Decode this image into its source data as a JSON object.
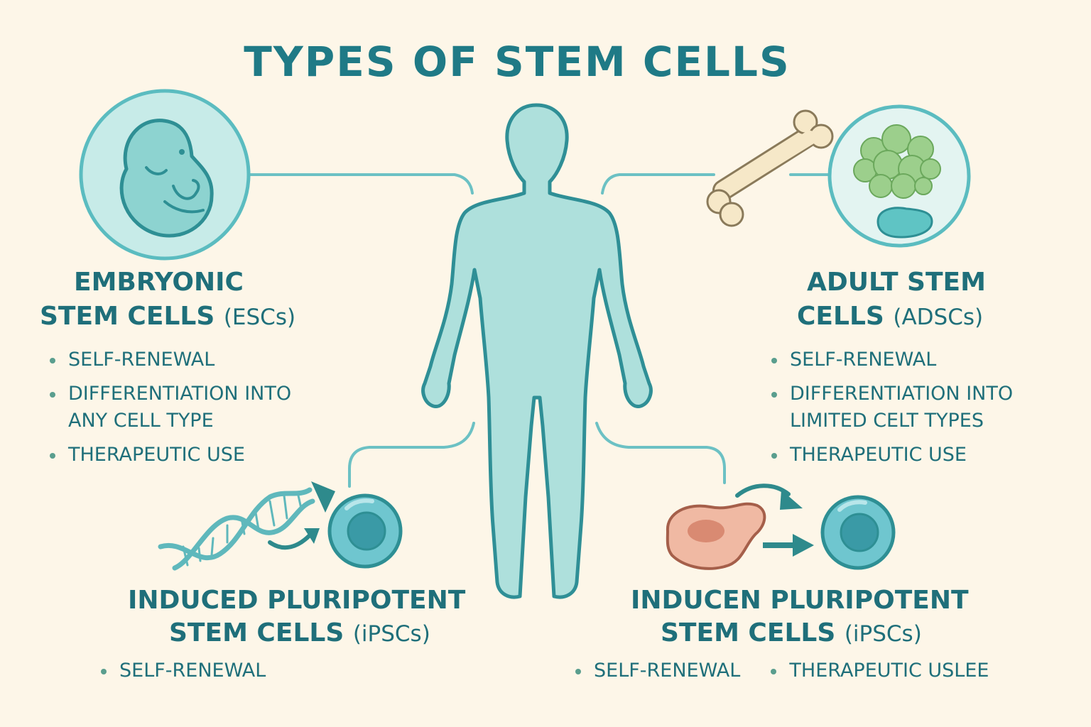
{
  "title": "TYPES OF STEM CELLS",
  "embryonic": {
    "heading_line1": "EMBRYONIC",
    "heading_line2": "STEM CELLS",
    "abbr": "(ESCs)",
    "bullets": [
      "SELF-RENEWAL",
      "DIFFERENTIATION INTO\nANY CELL TYPE",
      "THERAPEUTIC USE"
    ]
  },
  "adult": {
    "heading_line1": "ADULT STEM",
    "heading_line2": "CELLS",
    "abbr": "(ADSCs)",
    "bullets": [
      "SELF-RENEWAL",
      "DIFFERENTIATION INTO\nLIMITED CELT TYPES",
      "THERAPEUTIC USE"
    ]
  },
  "ipsc_left": {
    "heading_line1": "INDUCED PLURIPOTENT",
    "heading_line2": "STEM CELLS",
    "abbr": "(iPSCs)",
    "bullets": [
      "SELF-RENEWAL"
    ]
  },
  "ipsc_right": {
    "heading_line1": "INDUCEN PLURIPOTENT",
    "heading_line2": "STEM CELLS",
    "abbr": "(iPSCs)",
    "bullets": [
      "SELF-RENEWAL",
      "THERAPEUTIC USLEE"
    ]
  },
  "icons": [
    "embryo-icon",
    "human-body-icon",
    "bone-icon",
    "tissue-cluster-icon",
    "dna-helix-icon",
    "stem-cell-icon",
    "somatic-cell-icon",
    "arrow-icon"
  ],
  "colors": {
    "background": "#fdf6e8",
    "text": "#1f6f7a",
    "body_fill": "#aee0dc",
    "body_stroke": "#2f8f96",
    "cell_fill": "#6fc6cf",
    "somatic_fill": "#f0b9a3",
    "tissue_fill": "#9ccf8c",
    "bone_fill": "#f6e8c8"
  }
}
